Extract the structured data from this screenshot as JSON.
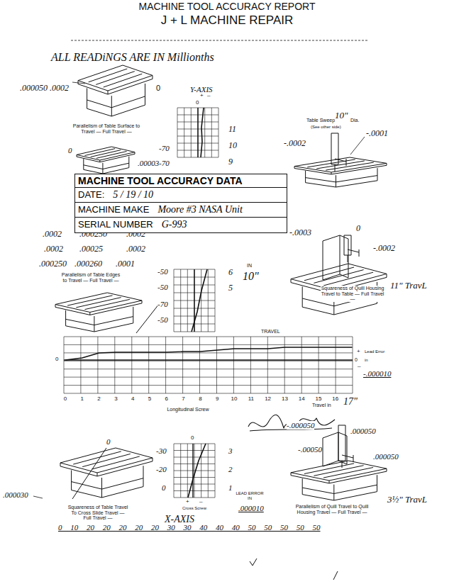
{
  "diagram": {
    "title": "MACHINE TOOL ACCURACY REPORT",
    "nodes": [
      {
        "text": [
          "MACHINE TOOL ACCURACY DATA"
        ]
      },
      {
        "text": [
          "DATE:",
          "5 / 19 / 10"
        ],
        "in": 0
      },
      {
        "text": [
          "MACHINE MAKE",
          "Moore #3 NASA Unit"
        ],
        "in": 0
      },
      {
        "text": [
          "SERIAL NUMBER",
          "G-993"
        ],
        "in": 0
      }
    ],
    "labels": [
      "J + L MACHINE REPAIR",
      "ALL READiNGS ARE IN Millionths",
      ".000050 .0002",
      "0",
      "Y-AXIS",
      "+",
      "–",
      "0",
      "11",
      "10",
      "9",
      "-70",
      "-70",
      "Parallelism of Table Surface to Travel — Full Travel —",
      "0",
      ".00003",
      "Table Sweep",
      "10\"",
      "Dia.",
      "(See other side)",
      "-.0002",
      "-.0001",
      ".0002",
      ".000250",
      ".0002",
      ".0002",
      ".00025",
      ".0002",
      ".000250",
      ".000260",
      ".0001",
      "Parallelism of Table Edges to Travel — Full Travel —",
      "-50",
      "-50",
      "-70",
      "-50",
      "6",
      "5",
      "IN",
      "10\"",
      "-.0003",
      "0",
      "-.0002",
      "Squareness of Quill Housing Travel to Table — Full Travel —",
      "11\" TravL",
      "TRAVEL",
      "0",
      "1",
      "2",
      "3",
      "4",
      "5",
      "6",
      "7",
      "8",
      "9",
      "10",
      "11",
      "12",
      "13",
      "14",
      "15",
      "16",
      "17",
      "0",
      "+",
      "Lead Error",
      "0",
      "in",
      "–",
      "-.000010",
      "Longitudinal Screw",
      "Travel in",
      "17\"",
      "0",
      ".000030",
      "Squareness of Table Travel To Cross Slide Travel — Full Travel —",
      "0",
      "-30",
      "-20",
      "0",
      "3",
      "2",
      "1",
      "+",
      "–",
      "Cross Screw",
      "X-AXIS",
      "LEAD ERROR IN",
      ".000010",
      "-.000050",
      ".000050",
      "-.00050",
      ".000050",
      "Parallelism of Quill Travel to Quill Housing Travel — Full Travel —",
      "3½\" TravL",
      "0 10 20 20 20 20 20 30 30 40 40 40 50 50 50 50 50"
    ]
  }
}
